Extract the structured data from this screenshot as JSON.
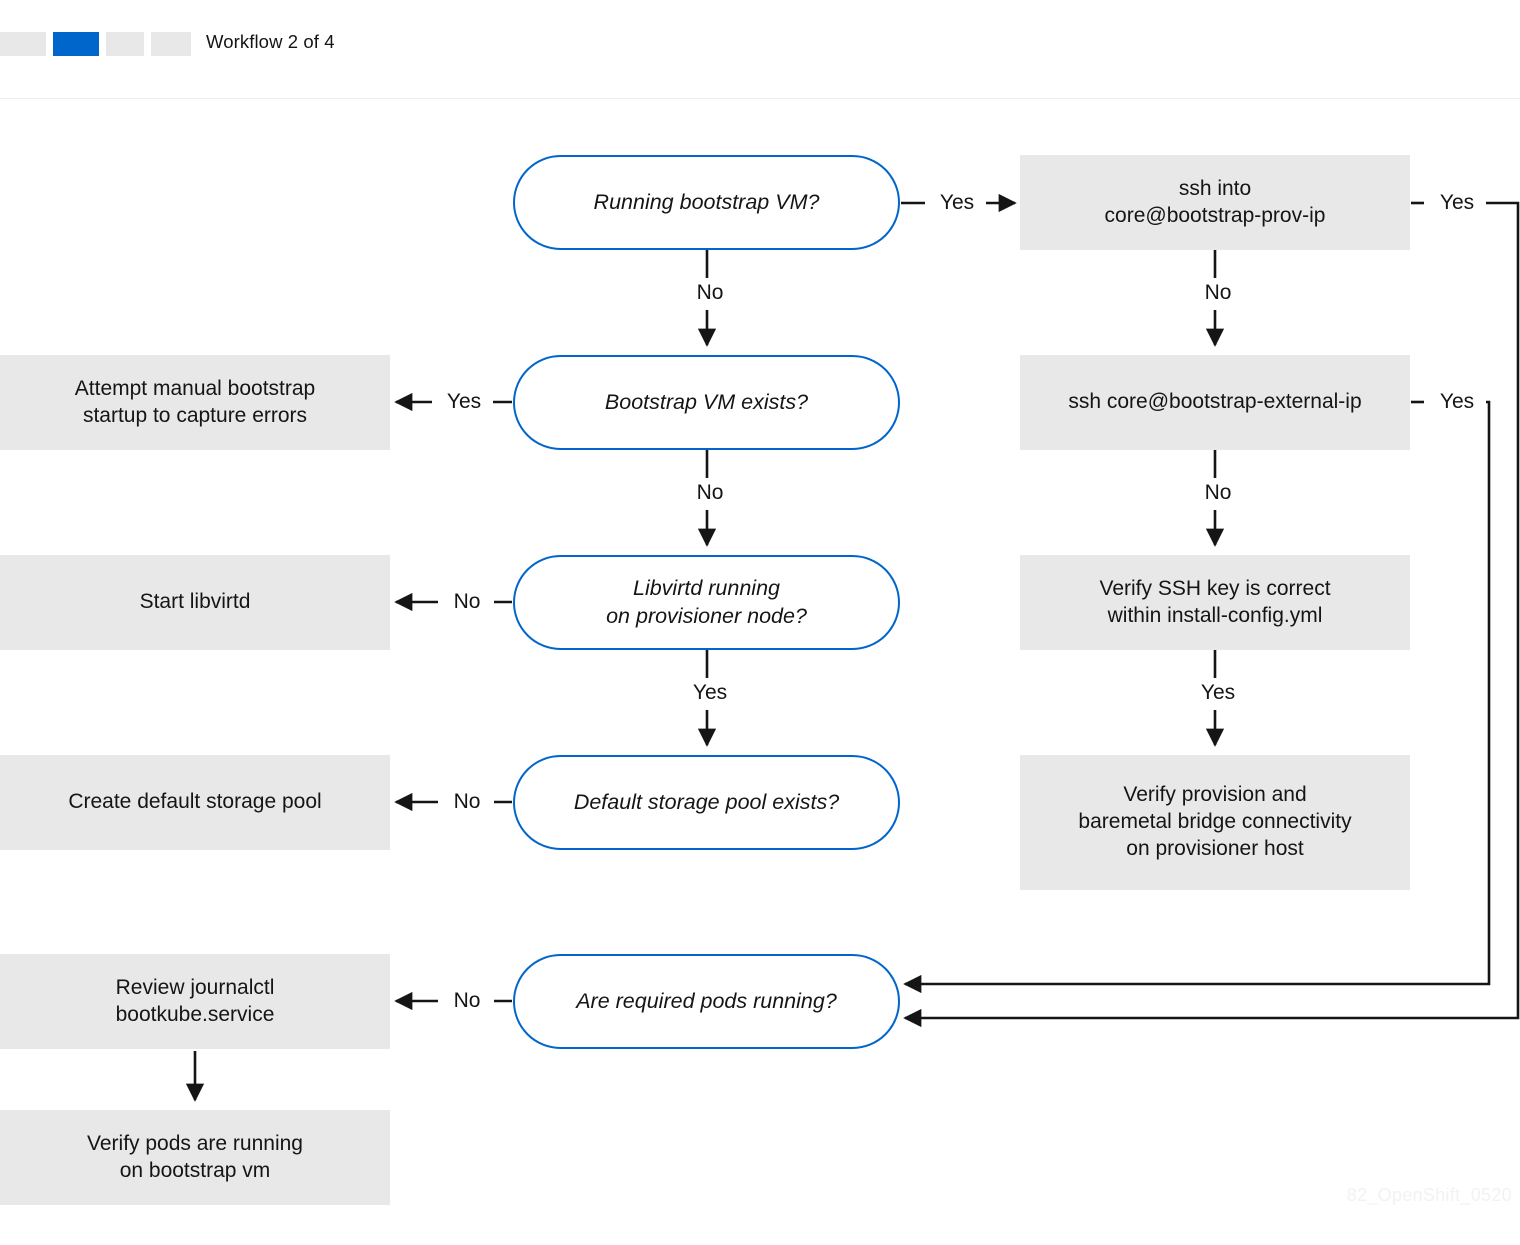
{
  "header": {
    "workflow_label": "Workflow 2 of 4",
    "progress_total": 4,
    "progress_current": 2,
    "accent_color": "#0066CC",
    "inactive_color": "#E8E8E8"
  },
  "watermark": "82_OpenShift_0520",
  "colors": {
    "pill_border": "#0066CC",
    "box_fill": "#E8E8E8",
    "text": "#151515",
    "wire": "#151515"
  },
  "chart_data": {
    "type": "diagram",
    "title": "Bootstrap VM troubleshooting workflow",
    "nodes": [
      {
        "id": "running-bootstrap-vm",
        "shape": "decision",
        "column": "center",
        "text": "Running bootstrap VM?"
      },
      {
        "id": "bootstrap-vm-exists",
        "shape": "decision",
        "column": "center",
        "text": "Bootstrap VM exists?"
      },
      {
        "id": "libvirtd-running",
        "shape": "decision",
        "column": "center",
        "text": "Libvirtd running on provisioner node?"
      },
      {
        "id": "default-storage-pool",
        "shape": "decision",
        "column": "center",
        "text": "Default storage pool exists?"
      },
      {
        "id": "required-pods-running",
        "shape": "decision",
        "column": "center",
        "text": "Are required pods running?"
      },
      {
        "id": "attempt-manual-startup",
        "shape": "process",
        "column": "left",
        "text": "Attempt manual bootstrap startup to capture errors"
      },
      {
        "id": "start-libvirtd",
        "shape": "process",
        "column": "left",
        "text": "Start libvirtd"
      },
      {
        "id": "create-storage-pool",
        "shape": "process",
        "column": "left",
        "text": "Create default storage pool"
      },
      {
        "id": "review-journalctl",
        "shape": "process",
        "column": "left",
        "text": "Review journalctl bootkube.service"
      },
      {
        "id": "verify-pods-bootstrap",
        "shape": "process",
        "column": "left",
        "text": "Verify pods are running on bootstrap vm"
      },
      {
        "id": "ssh-into-prov-ip",
        "shape": "process",
        "column": "right",
        "text": "ssh into core@bootstrap-prov-ip"
      },
      {
        "id": "ssh-external-ip",
        "shape": "process",
        "column": "right",
        "text": "ssh core@bootstrap-external-ip"
      },
      {
        "id": "verify-ssh-key",
        "shape": "process",
        "column": "right",
        "text": "Verify SSH key is correct within install-config.yml"
      },
      {
        "id": "verify-provision",
        "shape": "process",
        "column": "right",
        "text": "Verify provision and baremetal bridge connectivity on provisioner host"
      }
    ],
    "edges": [
      {
        "from": "running-bootstrap-vm",
        "to": "ssh-into-prov-ip",
        "label": "Yes"
      },
      {
        "from": "running-bootstrap-vm",
        "to": "bootstrap-vm-exists",
        "label": "No"
      },
      {
        "from": "bootstrap-vm-exists",
        "to": "attempt-manual-startup",
        "label": "Yes"
      },
      {
        "from": "bootstrap-vm-exists",
        "to": "libvirtd-running",
        "label": "No"
      },
      {
        "from": "libvirtd-running",
        "to": "start-libvirtd",
        "label": "No"
      },
      {
        "from": "libvirtd-running",
        "to": "default-storage-pool",
        "label": "Yes"
      },
      {
        "from": "default-storage-pool",
        "to": "create-storage-pool",
        "label": "No"
      },
      {
        "from": "required-pods-running",
        "to": "review-journalctl",
        "label": "No"
      },
      {
        "from": "review-journalctl",
        "to": "verify-pods-bootstrap",
        "label": ""
      },
      {
        "from": "ssh-into-prov-ip",
        "to": "required-pods-running",
        "label": "Yes"
      },
      {
        "from": "ssh-into-prov-ip",
        "to": "ssh-external-ip",
        "label": "No"
      },
      {
        "from": "ssh-external-ip",
        "to": "required-pods-running",
        "label": "Yes"
      },
      {
        "from": "ssh-external-ip",
        "to": "verify-ssh-key",
        "label": "No"
      },
      {
        "from": "verify-ssh-key",
        "to": "verify-provision",
        "label": "Yes"
      }
    ]
  },
  "nodes": {
    "running_bootstrap_vm": "Running bootstrap VM?",
    "bootstrap_vm_exists": "Bootstrap VM exists?",
    "libvirtd_line1": "Libvirtd running",
    "libvirtd_line2": "on provisioner node?",
    "default_storage_pool": "Default storage pool exists?",
    "required_pods_running": "Are required pods running?",
    "attempt_manual_line1": "Attempt manual bootstrap",
    "attempt_manual_line2": "startup to capture errors",
    "start_libvirtd": "Start libvirtd",
    "create_storage_pool": "Create default storage pool",
    "review_journalctl_line1": "Review journalctl",
    "review_journalctl_line2": "bootkube.service",
    "verify_pods_line1": "Verify pods are running",
    "verify_pods_line2": "on bootstrap vm",
    "ssh_prov_line1": "ssh into",
    "ssh_prov_line2": "core@bootstrap-prov-ip",
    "ssh_external": "ssh core@bootstrap-external-ip",
    "verify_ssh_key_line1": "Verify SSH key is correct",
    "verify_ssh_key_line2": "within install-config.yml",
    "verify_provision_line1": "Verify provision and",
    "verify_provision_line2": "baremetal bridge connectivity",
    "verify_provision_line3": "on provisioner host"
  },
  "edge_labels": {
    "yes": "Yes",
    "no": "No",
    "e1_yes": "Yes",
    "e1_no": "No",
    "e2_yes": "Yes",
    "e2_no": "No",
    "e3_no": "No",
    "e3_yes": "Yes",
    "e4_no": "No",
    "e5_no": "No",
    "r1_yes": "Yes",
    "r1_no": "No",
    "r2_yes": "Yes",
    "r2_no": "No",
    "r3_yes": "Yes"
  }
}
